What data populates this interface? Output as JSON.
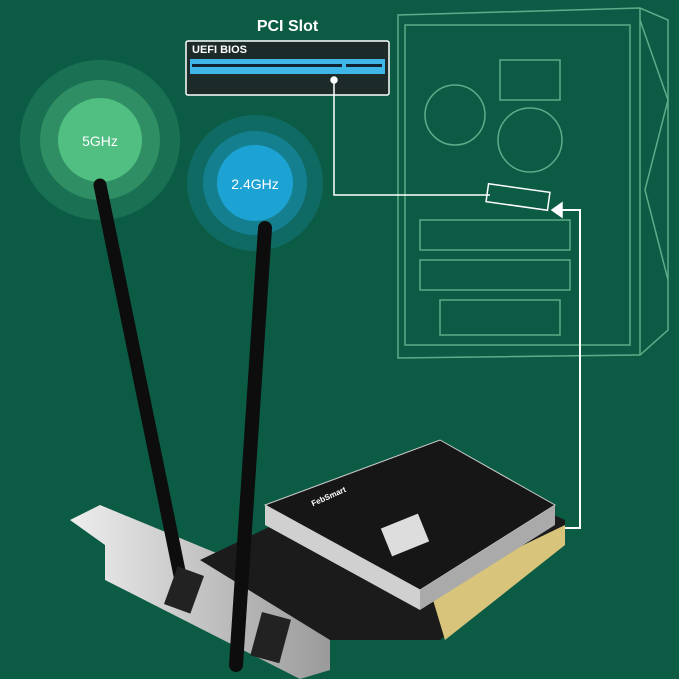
{
  "pci_slot": {
    "title": "PCI Slot",
    "board_label": "UEFI BIOS"
  },
  "bands": [
    {
      "label": "5GHz",
      "color": "#5fd38f"
    },
    {
      "label": "2.4GHz",
      "color": "#1fa8e0"
    }
  ],
  "card": {
    "brand": "FebSmart"
  },
  "colors": {
    "background": "#0c5b45",
    "outline": "#7fd1a6",
    "connector_line": "#ffffff",
    "slot_blue": "#3fb6e8"
  }
}
